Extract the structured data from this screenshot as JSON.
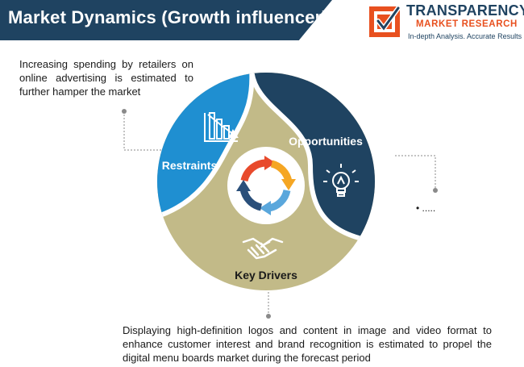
{
  "title": "Market Dynamics (Growth influencer)",
  "logo": {
    "line1": "TRANSPARENCY",
    "line2": "MARKET RESEARCH",
    "line3": "In-depth Analysis. Accurate Results",
    "colors": {
      "navy": "#1f4361",
      "orange": "#e8501f"
    }
  },
  "segments": {
    "restraints": {
      "label": "Restraints",
      "color": "#1f8fd1",
      "icon": "declining-bar-chart-icon"
    },
    "opportunities": {
      "label": "Opportunities",
      "color": "#1f4361",
      "icon": "lightbulb-icon"
    },
    "drivers": {
      "label": "Key Drivers",
      "color": "#c2ba88",
      "icon": "handshake-icon"
    }
  },
  "center_icon": "cycle-arrows-icon",
  "notes": {
    "restraints": "Increasing spending by retailers on online advertising is estimated to further hamper the market",
    "opportunities": "• .....",
    "drivers": "Displaying high-definition logos and content in image and video format to enhance customer interest and brand recognition is estimated to propel the digital menu boards market during the forecast period"
  }
}
